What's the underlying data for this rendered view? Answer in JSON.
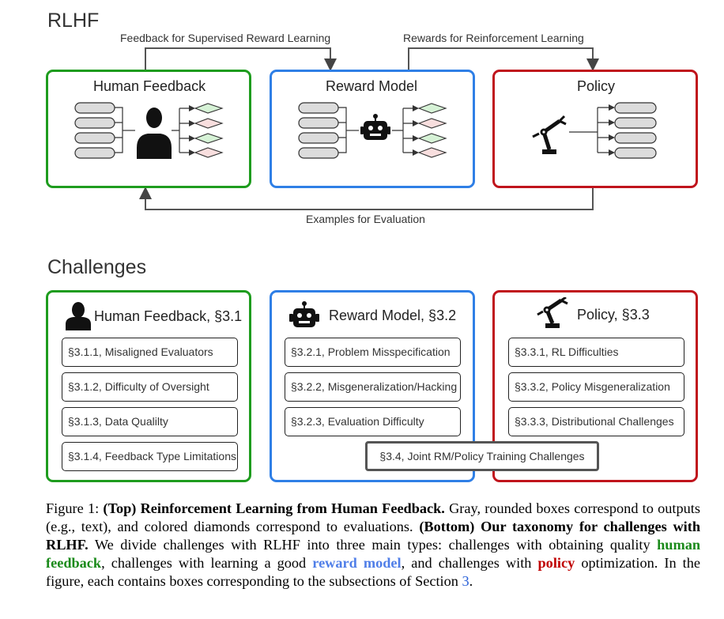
{
  "top": {
    "title": "RLHF",
    "arrow_feedback_label": "Feedback for Supervised Reward Learning",
    "arrow_rewards_label": "Rewards for Reinforcement Learning",
    "arrow_examples_label": "Examples for Evaluation",
    "panels": {
      "human_feedback": "Human Feedback",
      "reward_model": "Reward Model",
      "policy": "Policy"
    }
  },
  "challenges": {
    "title": "Challenges",
    "human_feedback": {
      "title": "Human Feedback, §3.1",
      "items": [
        "§3.1.1, Misaligned Evaluators",
        "§3.1.2, Difficulty of Oversight",
        "§3.1.3, Data Qualilty",
        "§3.1.4, Feedback Type Limitations"
      ]
    },
    "reward_model": {
      "title": "Reward Model, §3.2",
      "items": [
        "§3.2.1, Problem Misspecification",
        "§3.2.2, Misgeneralization/Hacking",
        "§3.2.3, Evaluation Difficulty"
      ]
    },
    "policy": {
      "title": "Policy, §3.3",
      "items": [
        "§3.3.1, RL Difficulties",
        "§3.3.2, Policy Misgeneralization",
        "§3.3.3, Distributional Challenges"
      ]
    },
    "joint": "§3.4, Joint RM/Policy Training Challenges"
  },
  "caption": {
    "figure_label": "Figure 1:",
    "top_label": "(Top) Reinforcement Learning from Human Feedback.",
    "top_text": "Gray, rounded boxes correspond to outputs (e.g., text), and colored diamonds correspond to evaluations.",
    "bottom_label": "(Bottom) Our taxonomy for challenges with RLHF.",
    "bottom_text_1": "We divide challenges with RLHF into three main types: challenges with obtaining quality",
    "term_human_feedback": "human feedback",
    "bottom_text_2": ", challenges with learning a good",
    "term_reward_model": "reward model",
    "bottom_text_3": ", and challenges with",
    "term_policy": "policy",
    "bottom_text_4": "optimization. In the figure, each contains boxes corresponding to the subsections of Section",
    "section_ref": "3",
    "end": "."
  },
  "colors": {
    "green": "#1e9c1e",
    "blue": "#2f7fe6",
    "red": "#c0141c",
    "output_box": "#dcdcdc",
    "diamond_green": "#d6f2d6",
    "diamond_pink": "#f8dede"
  },
  "icons": [
    "person-icon",
    "robot-icon",
    "robot-arm-icon"
  ]
}
